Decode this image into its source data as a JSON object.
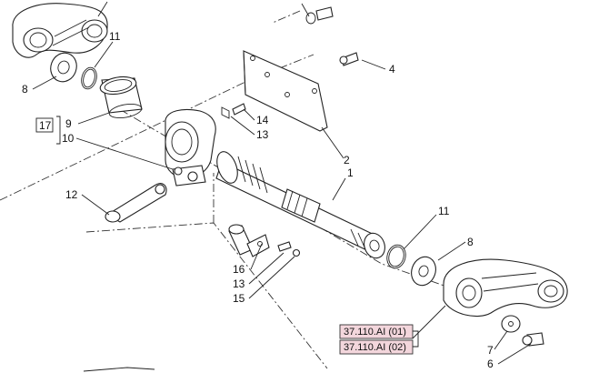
{
  "callouts": {
    "c1": "1",
    "c2": "2",
    "c4": "4",
    "c6": "6",
    "c7": "7",
    "c8_left": "8",
    "c8_right": "8",
    "c9": "9",
    "c10": "10",
    "c11_left": "11",
    "c11_right": "11",
    "c12": "12",
    "c13_upper": "13",
    "c13_lower": "13",
    "c14": "14",
    "c15": "15",
    "c16": "16",
    "c17": "17"
  },
  "references": {
    "ref1": "37.110.AI (01)",
    "ref2": "37.110.AI (02)"
  },
  "colors": {
    "reference_box_fill": "#f3d6dc",
    "line": "#222222"
  }
}
